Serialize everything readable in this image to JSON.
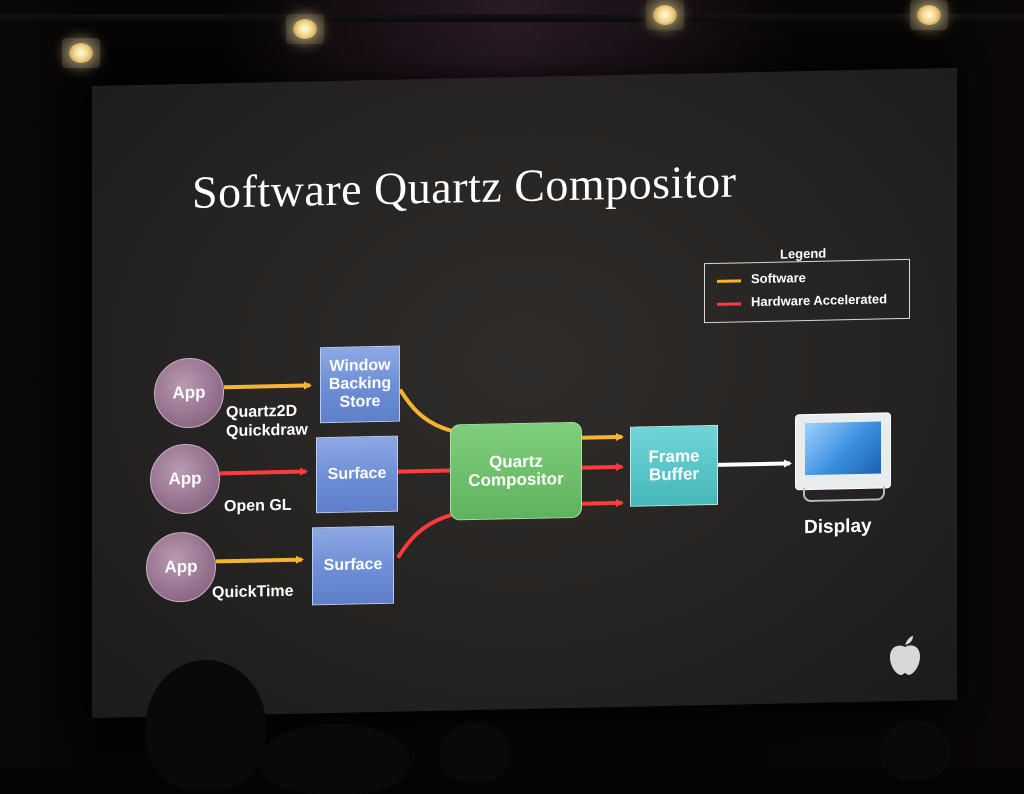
{
  "title": "Software Quartz Compositor",
  "legend": {
    "title": "Legend",
    "items": [
      {
        "label": "Software",
        "color": "#f5b431"
      },
      {
        "label": "Hardware Accelerated",
        "color": "#ff3b3b"
      }
    ]
  },
  "apps": [
    {
      "label": "App",
      "api": "Quartz2D\nQuickdraw"
    },
    {
      "label": "App",
      "api": "Open GL"
    },
    {
      "label": "App",
      "api": "QuickTime"
    }
  ],
  "buffers": [
    {
      "label": "Window\nBacking\nStore"
    },
    {
      "label": "Surface"
    },
    {
      "label": "Surface"
    }
  ],
  "compositor": {
    "label": "Quartz\nCompositor"
  },
  "frame_buffer": {
    "label": "Frame\nBuffer"
  },
  "display": {
    "label": "Display"
  },
  "colors": {
    "software_arrow": "#f5b431",
    "hardware_arrow": "#ff3b3b",
    "output_arrow": "#ffffff",
    "app_circle": "#94708c",
    "buffer_box": "#6c8ed6",
    "compositor_box": "#60b35e",
    "frame_buffer_box": "#47b7ba"
  },
  "icons": {
    "logo": "apple-logo-icon",
    "display": "monitor-icon"
  }
}
